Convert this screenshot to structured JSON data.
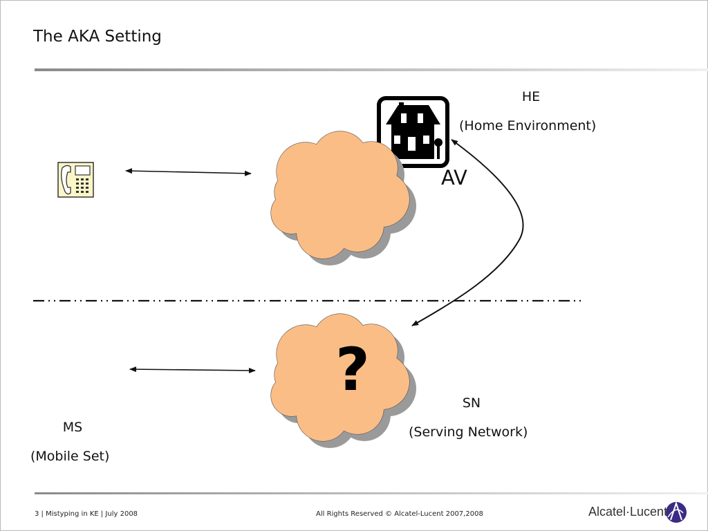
{
  "slide": {
    "title": "The AKA Setting"
  },
  "labels": {
    "he": "HE",
    "he_full": "(Home Environment)",
    "av": "AV",
    "sn": "SN",
    "sn_full": "(Serving Network)",
    "ms": "MS",
    "ms_full": "(Mobile Set)",
    "unknown_mark": "?"
  },
  "footer": {
    "left": "3 | Mistyping in KE | July 2008",
    "center": "All Rights Reserved © Alcatel-Lucent 2007,2008",
    "brand": "Alcatel·Lucent"
  },
  "colors": {
    "cloud_fill": "#fbbd86",
    "cloud_shadow": "#9a9a9a",
    "phone_fill": "#fbf6c8",
    "brand_logo": "#3b2a86"
  },
  "icons": {
    "phone": "desk-phone-icon",
    "house": "house-icon",
    "logo": "alcatel-lucent-logo-icon"
  }
}
